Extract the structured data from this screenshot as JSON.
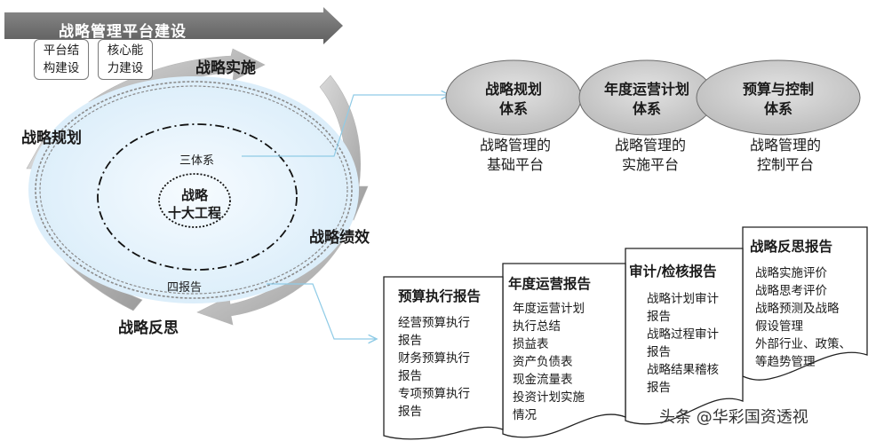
{
  "banner": {
    "title": "战略管理平台建设"
  },
  "platform_boxes": [
    {
      "lines": [
        "平台结",
        "构建设"
      ]
    },
    {
      "lines": [
        "核心能",
        "力建设"
      ]
    }
  ],
  "phases": {
    "implement": "战略实施",
    "plan": "战略规划",
    "performance": "战略绩效",
    "reflect": "战略反思"
  },
  "rings": {
    "three_systems": "三体系",
    "four_reports": "四报告",
    "core_lines": [
      "战略",
      "十大工程"
    ]
  },
  "systems": [
    {
      "title": [
        "战略规划",
        "体系"
      ],
      "subtitle": [
        "战略管理的",
        "基础平台"
      ]
    },
    {
      "title": [
        "年度运营计划",
        "体系"
      ],
      "subtitle": [
        "战略管理的",
        "实施平台"
      ]
    },
    {
      "title": [
        "预算与控制",
        "体系"
      ],
      "subtitle": [
        "战略管理的",
        "控制平台"
      ]
    }
  ],
  "reports": [
    {
      "title": "预算执行报告",
      "items": [
        "经营预算执行",
        "报告",
        "财务预算执行",
        "报告",
        "专项预算执行",
        "报告"
      ]
    },
    {
      "title": "年度运营报告",
      "items": [
        "年度运营计划",
        "执行总结",
        "损益表",
        "资产负债表",
        "现金流量表",
        "投资计划实施",
        "情况"
      ]
    },
    {
      "title": "审计/检核报告",
      "items": [
        "战略计划审计",
        "报告",
        "战略过程审计",
        "报告",
        "战略结果稽核",
        "报告"
      ]
    },
    {
      "title": "战略反思报告",
      "items": [
        "战略实施评价",
        "战略思考评价",
        "战略预测及战略",
        "假设管理",
        "外部行业、政策、",
        "等趋势管理"
      ]
    }
  ],
  "watermark": "头条 @华彩国资透视"
}
